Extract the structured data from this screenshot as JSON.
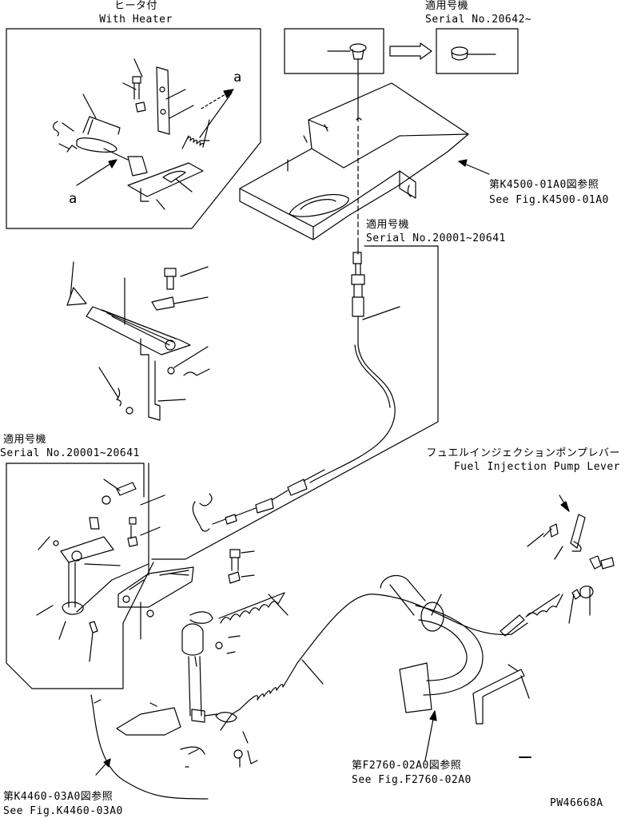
{
  "heater_box": {
    "title_jp": "ヒータ付",
    "title_en": "With Heater",
    "detail_ref": "a"
  },
  "serial_top": {
    "label_jp": "適用号機",
    "label_en": "Serial No.20642~"
  },
  "serial_middle": {
    "label_jp": "適用号機",
    "label_en": "Serial No.20001~20641"
  },
  "serial_left": {
    "label_jp": "適用号機",
    "label_en": "Serial No.20001~20641"
  },
  "ref_k4500": {
    "label_jp": "第K4500-01A0図参照",
    "label_en": "See Fig.K4500-01A0"
  },
  "fuel_pump": {
    "label_jp": "フュエルインジェクションポンプレバー",
    "label_en": "Fuel Injection Pump Lever"
  },
  "ref_f2760": {
    "label_jp": "第F2760-02A0図参照",
    "label_en": "See Fig.F2760-02A0"
  },
  "ref_k4460": {
    "label_jp": "第K4460-03A0図参照",
    "label_en": "See Fig.K4460-03A0"
  },
  "drawing_no": "PW46668A",
  "colors": {
    "line": "#000000",
    "paper": "#ffffff"
  }
}
